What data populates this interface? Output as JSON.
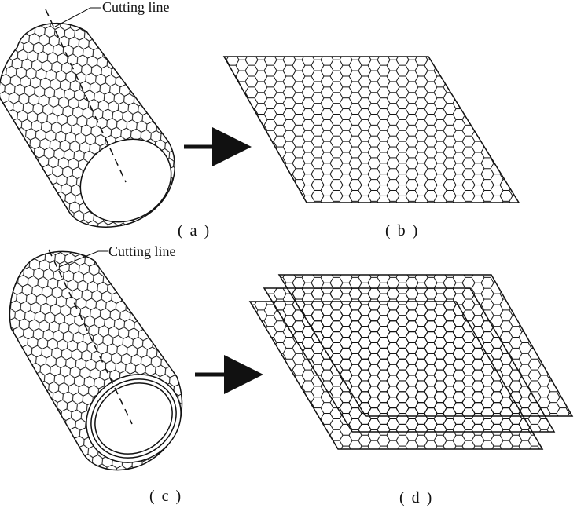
{
  "figure": {
    "callouts": {
      "a": "Cutting line",
      "c": "Cutting line"
    },
    "panels": {
      "a": "( a )",
      "b": "( b )",
      "c": "( c )",
      "d": "( d )"
    },
    "line_color": "#111111",
    "background_color": "#ffffff"
  }
}
